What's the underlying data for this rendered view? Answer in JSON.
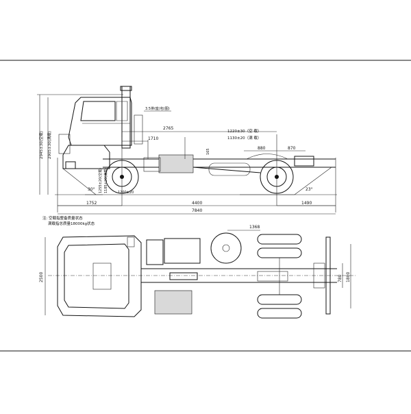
{
  "drawing": {
    "callout_top": "3.5排(座)包(图)",
    "dim_2765": "2765",
    "dim_1710": "1710",
    "dim_1220": "1220±30（空 载）",
    "dim_1130": "1130±20（满 载）",
    "dim_880": "880",
    "dim_870": "870",
    "dim_height_empty": "2945±30(空载)",
    "dim_height_full": "2905±30(满载)",
    "dim_1255": "1255±20(空载)",
    "dim_1185": "1185±20(满载)",
    "dim_1200": "1200±20",
    "dim_165": "165",
    "angle_front": "30°",
    "angle_rear": "23°",
    "dim_1752": "1752",
    "dim_4400": "4400",
    "dim_1490": "1490",
    "dim_7840": "7840",
    "note_1": "注: 空载指整备质量状态",
    "note_2": "满载指总质量18000kg状态",
    "dim_1368": "1368",
    "dim_2500": "2500",
    "dim_780": "780",
    "dim_1800": "1800"
  }
}
